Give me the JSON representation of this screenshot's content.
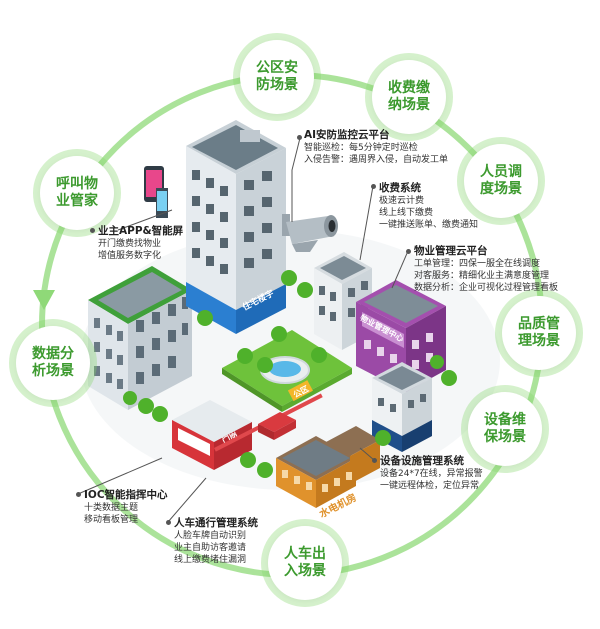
{
  "scenes": [
    "公区安防场景",
    "收费缴纳场景",
    "人员调度场景",
    "品质管理场景",
    "设备维保场景",
    "人车出入场景",
    "数据分析场景",
    "呼叫物业管家"
  ],
  "annotations": [
    {
      "title": "AI安防监控云平台",
      "lines": [
        "智能巡检：每5分钟定时巡检",
        "入侵告警：遇周界入侵，自动发工单"
      ]
    },
    {
      "title": "收费系统",
      "lines": [
        "极速云计费",
        "线上线下缴费",
        "一键推送账单、缴费通知"
      ]
    },
    {
      "title": "物业管理云平台",
      "lines": [
        "工单管理：四保一服全在线调度",
        "对客服务：精细化业主满意度管理",
        "数据分析：企业可视化过程管理看板"
      ]
    },
    {
      "title": "业主APP&智能屏",
      "lines": [
        "开门缴费找物业",
        "增值服务数字化"
      ]
    },
    {
      "title": "IOC智能指挥中心",
      "lines": [
        "十类数据主题",
        "移动看板管理"
      ]
    },
    {
      "title": "人车通行管理系统",
      "lines": [
        "人脸车牌自动识别",
        "业主自助访客邀请",
        "线上缴费堵住漏洞"
      ]
    },
    {
      "title": "设备设施管理系统",
      "lines": [
        "设备24*7在线，异常报警",
        "一键远程体检，定位异常"
      ]
    }
  ],
  "signs": {
    "residential": "住宅楼宇",
    "property_center": "物业管理中心",
    "public_area": "公区",
    "gate": "门岗",
    "power_room": "水电机房"
  },
  "colors": {
    "accent_green": "#3c9a2e",
    "ring_green": "#87d76e",
    "building_blue": "#2b7fd1",
    "building_purple": "#8d3d97",
    "building_green": "#3fa03a",
    "gate_red": "#d7343a",
    "power_orange": "#e0922c"
  }
}
